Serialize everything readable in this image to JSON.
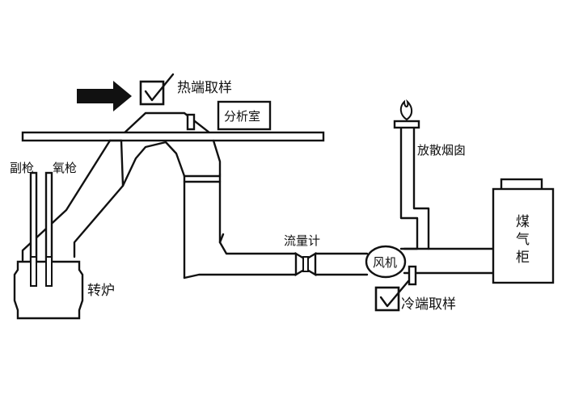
{
  "labels": {
    "hot_sampling": "热端取样",
    "analysis_room": "分析室",
    "auxiliary_lance": "副枪",
    "oxygen_lance": "氧枪",
    "converter": "转炉",
    "flow_meter": "流量计",
    "fan": "风机",
    "cold_sampling": "冷端取样",
    "flare_stack": "放散烟囱",
    "gas_holder": [
      "煤",
      "气",
      "柜"
    ]
  },
  "colors": {
    "line": "#111111",
    "arrow": "#111111",
    "background": "#ffffff"
  },
  "icons": [
    "flow-arrow-icon",
    "sampling-probe-icon",
    "flame-icon"
  ]
}
